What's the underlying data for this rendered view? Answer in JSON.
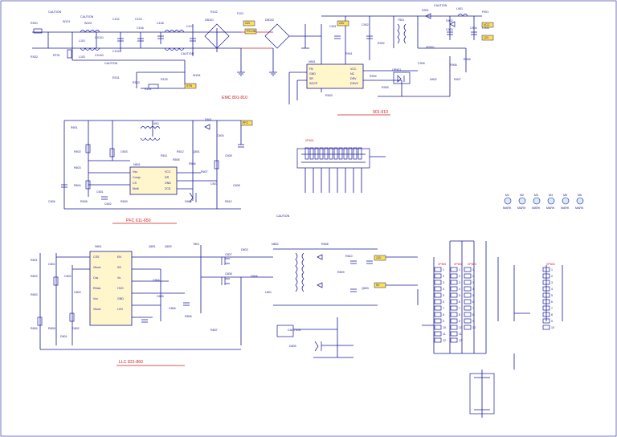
{
  "caution_label": "CAUTION",
  "emc": {
    "refs": [
      "RS01",
      "W101",
      "W102",
      "C102",
      "C103",
      "RS02",
      "L101",
      "L102",
      "C104",
      "C106",
      "C108",
      "DB101",
      "DB102",
      "R102",
      "F101",
      "CX101",
      "CX102",
      "C107",
      "RT01",
      "RS11",
      "RS12",
      "R101",
      "R105",
      "W106"
    ],
    "section_label": "EMC 801-810"
  },
  "aux": {
    "ic_ref": "N901",
    "ic_pins": [
      "FB",
      "GND",
      "SR",
      "SGCP",
      "VCC",
      "NC",
      "DRV",
      "DSVS"
    ],
    "refs": [
      "C901",
      "C902",
      "R901",
      "R902",
      "R903",
      "T901",
      "D901",
      "D902",
      "R904",
      "R905",
      "VR901",
      "C903",
      "C904",
      "C905",
      "OP901",
      "N902",
      "R906",
      "R907",
      "R908",
      "C906",
      "L901",
      "F901"
    ],
    "section_label": "901-910"
  },
  "pfc": {
    "ic_ref": "N601",
    "ic_pins": [
      "Vss",
      "Comp",
      "CS",
      "Multi",
      "VCC",
      "DR",
      "GND",
      "ZCD"
    ],
    "refs": [
      "R601",
      "R602",
      "R603",
      "R604",
      "C601",
      "C602",
      "C603",
      "L601",
      "D601",
      "Q601",
      "R605",
      "R606",
      "R607",
      "C604",
      "C605",
      "C606",
      "R608",
      "R609",
      "D602",
      "C607",
      "C608",
      "R610",
      "R611",
      "R612"
    ],
    "section_label": "PFC 611-650"
  },
  "llc": {
    "ic_ref": "N801",
    "ic_pins": [
      "CSS",
      "Vboot",
      "Css",
      "Rfmin",
      "Vcc",
      "Vboot",
      "EN",
      "SS",
      "Vs",
      "HVG",
      "GND",
      "LVG"
    ],
    "refs": [
      "R801",
      "R802",
      "R803",
      "C801",
      "C802",
      "C803",
      "R804",
      "R805",
      "D801",
      "D802",
      "Q801",
      "Q802",
      "T801",
      "C804",
      "C805",
      "C806",
      "R806",
      "R807",
      "C807",
      "C808",
      "D803",
      "D804",
      "L801",
      "N802",
      "R808",
      "R809",
      "R810",
      "Q803",
      "D805"
    ],
    "section_label": "LLC 831-860"
  },
  "connectors": [
    {
      "ref": "XP601",
      "pins": [
        "1",
        "2",
        "3",
        "4",
        "5",
        "6",
        "7",
        "8",
        "9",
        "10",
        "11",
        "12"
      ]
    },
    {
      "ref": "XP801",
      "pins": [
        "1",
        "2",
        "3",
        "4",
        "5",
        "6",
        "7",
        "8",
        "9",
        "10",
        "11",
        "12"
      ]
    },
    {
      "ref": "XP802",
      "pins": [
        "1",
        "2",
        "3",
        "4",
        "5",
        "6",
        "7",
        "8",
        "9",
        "10",
        "11",
        "12"
      ]
    },
    {
      "ref": "XP803",
      "pins": [
        "1",
        "2",
        "3",
        "4",
        "5",
        "6",
        "7",
        "8",
        "9",
        "10"
      ]
    },
    {
      "ref": "XP804",
      "pins": [
        "1",
        "2",
        "3",
        "4",
        "5",
        "6",
        "7",
        "8",
        "9",
        "10"
      ]
    }
  ],
  "marks": [
    "M1",
    "M2",
    "M3",
    "M4",
    "M5",
    "M6"
  ],
  "mark_label": "MARK",
  "net_tags": [
    "24V",
    "12V",
    "5V",
    "STB",
    "PFC",
    "VCC",
    "12V",
    "24V",
    "PS-ON"
  ]
}
